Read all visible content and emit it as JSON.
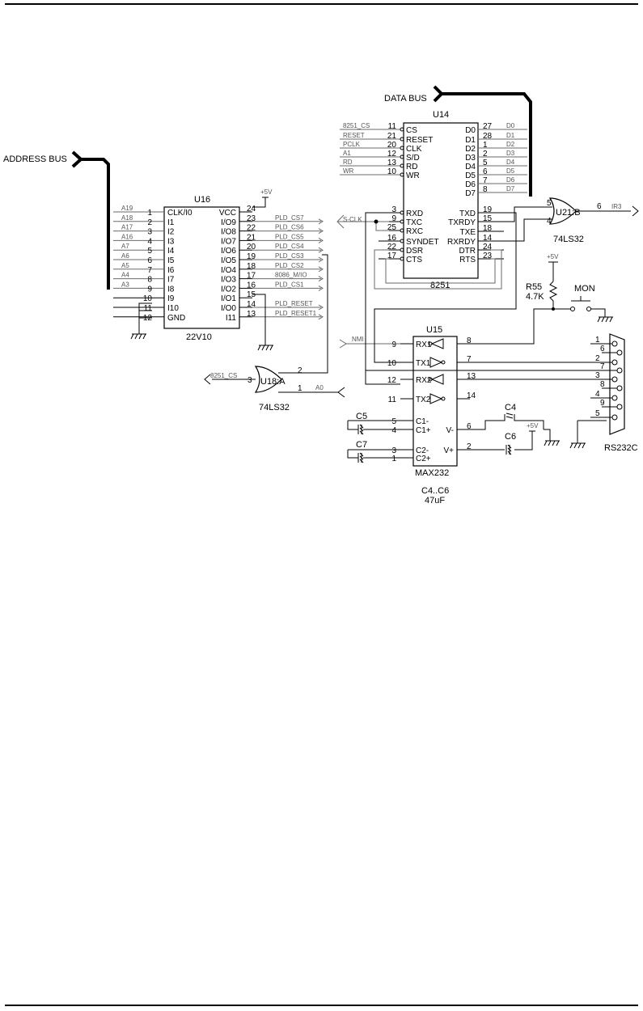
{
  "labels": {
    "address_bus": "ADDRESS BUS",
    "data_bus": "DATA BUS",
    "u16_name": "U16",
    "u16_part": "22V10",
    "u14_name": "U14",
    "u14_part": "8251",
    "u15_name": "U15",
    "u15_part": "MAX232",
    "u21_name": "U21:B",
    "u21_part": "74LS32",
    "u18_name": "U18:A",
    "u18_part": "74LS32",
    "r55_name": "R55",
    "r55_value": "4.7K",
    "switch_name": "MON",
    "c5": "C5",
    "c7": "C7",
    "c4": "C4",
    "c6": "C6",
    "caps_note": "C4..C6",
    "caps_value": "47uF",
    "connector": "RS232C",
    "vcc": "+5V"
  },
  "nets": {
    "s_clk": "S-CLK",
    "nmi": "NMI",
    "ir3": "IR3",
    "cs_8251": "8251_CS",
    "a0": "A0"
  },
  "u16": {
    "left": [
      {
        "net": "A19",
        "pin": "1",
        "name": "CLK/I0"
      },
      {
        "net": "A18",
        "pin": "2",
        "name": "I1"
      },
      {
        "net": "A17",
        "pin": "3",
        "name": "I2"
      },
      {
        "net": "A16",
        "pin": "4",
        "name": "I3"
      },
      {
        "net": "A7",
        "pin": "5",
        "name": "I4"
      },
      {
        "net": "A6",
        "pin": "6",
        "name": "I5"
      },
      {
        "net": "A5",
        "pin": "7",
        "name": "I6"
      },
      {
        "net": "A4",
        "pin": "8",
        "name": "I7"
      },
      {
        "net": "A3",
        "pin": "9",
        "name": "I8"
      },
      {
        "net": "",
        "pin": "10",
        "name": "I9"
      },
      {
        "net": "",
        "pin": "11",
        "name": "I10"
      },
      {
        "net": "",
        "pin": "12",
        "name": "GND"
      }
    ],
    "right": [
      {
        "name": "VCC",
        "pin": "24",
        "net": ""
      },
      {
        "name": "I/O9",
        "pin": "23",
        "net": "PLD_CS7"
      },
      {
        "name": "I/O8",
        "pin": "22",
        "net": "PLD_CS6"
      },
      {
        "name": "I/O7",
        "pin": "21",
        "net": "PLD_CS5"
      },
      {
        "name": "I/O6",
        "pin": "20",
        "net": "PLD_CS4"
      },
      {
        "name": "I/O5",
        "pin": "19",
        "net": "PLD_CS3"
      },
      {
        "name": "I/O4",
        "pin": "18",
        "net": "PLD_CS2"
      },
      {
        "name": "I/O3",
        "pin": "17",
        "net": "8086_M/IO"
      },
      {
        "name": "I/O2",
        "pin": "16",
        "net": "PLD_CS1"
      },
      {
        "name": "I/O1",
        "pin": "15",
        "net": ""
      },
      {
        "name": "I/O0",
        "pin": "14",
        "net": "PLD_RESET"
      },
      {
        "name": "I11",
        "pin": "13",
        "net": "PLD_RESET1"
      }
    ]
  },
  "u14": {
    "left": [
      {
        "net": "8251_CS",
        "pin": "11",
        "name": "CS"
      },
      {
        "net": "RESET",
        "pin": "21",
        "name": "RESET"
      },
      {
        "net": "PCLK",
        "pin": "20",
        "name": "CLK"
      },
      {
        "net": "A1",
        "pin": "12",
        "name": "S/D"
      },
      {
        "net": "RD",
        "pin": "13",
        "name": "RD"
      },
      {
        "net": "WR",
        "pin": "10",
        "name": "WR"
      },
      {
        "net": "",
        "pin": "3",
        "name": "RXD"
      },
      {
        "net": "",
        "pin": "9",
        "name": "TXC"
      },
      {
        "net": "",
        "pin": "25",
        "name": "RXC"
      },
      {
        "net": "",
        "pin": "16",
        "name": "SYNDET"
      },
      {
        "net": "",
        "pin": "22",
        "name": "DSR"
      },
      {
        "net": "",
        "pin": "17",
        "name": "CTS"
      }
    ],
    "right": [
      {
        "name": "D0",
        "pin": "27",
        "net": "D0"
      },
      {
        "name": "D1",
        "pin": "28",
        "net": "D1"
      },
      {
        "name": "D2",
        "pin": "1",
        "net": "D2"
      },
      {
        "name": "D3",
        "pin": "2",
        "net": "D3"
      },
      {
        "name": "D4",
        "pin": "5",
        "net": "D4"
      },
      {
        "name": "D5",
        "pin": "6",
        "net": "D5"
      },
      {
        "name": "D6",
        "pin": "7",
        "net": "D6"
      },
      {
        "name": "D7",
        "pin": "8",
        "net": "D7"
      },
      {
        "name": "TXD",
        "pin": "19",
        "net": ""
      },
      {
        "name": "TXRDY",
        "pin": "15",
        "net": ""
      },
      {
        "name": "TXE",
        "pin": "18",
        "net": ""
      },
      {
        "name": "RXRDY",
        "pin": "14",
        "net": ""
      },
      {
        "name": "DTR",
        "pin": "24",
        "net": ""
      },
      {
        "name": "RTS",
        "pin": "23",
        "net": ""
      }
    ]
  },
  "u15": {
    "left": [
      {
        "pin": "9",
        "name": "RX1"
      },
      {
        "pin": "10",
        "name": "TX1"
      },
      {
        "pin": "12",
        "name": "RX2"
      },
      {
        "pin": "11",
        "name": "TX2"
      },
      {
        "pin": "5",
        "name": "C1-"
      },
      {
        "pin": "4",
        "name": "C1+"
      },
      {
        "pin": "3",
        "name": "C2-"
      },
      {
        "pin": "1",
        "name": "C2+"
      }
    ],
    "right": [
      {
        "pin": "8"
      },
      {
        "pin": "7"
      },
      {
        "pin": "13"
      },
      {
        "pin": "14"
      },
      {
        "pin": "6",
        "name": "V-"
      },
      {
        "pin": "2",
        "name": "V+"
      }
    ]
  },
  "gates": {
    "u21_in_a": "5",
    "u21_in_b": "4",
    "u21_out": "6",
    "u18_in_a": "2",
    "u18_in_b": "1",
    "u18_out": "3"
  },
  "db9_pins": [
    "1",
    "6",
    "2",
    "7",
    "3",
    "8",
    "4",
    "9",
    "5"
  ]
}
